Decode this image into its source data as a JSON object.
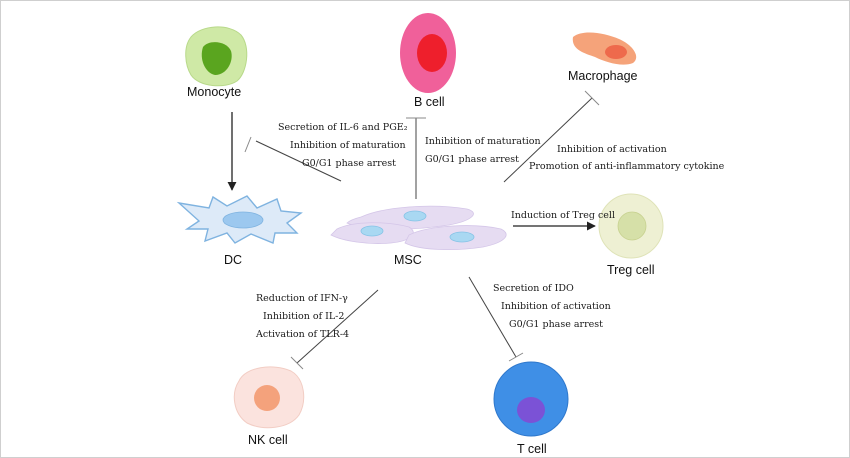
{
  "cells": {
    "monocyte": "Monocyte",
    "b_cell": "B cell",
    "macrophage": "Macrophage",
    "dc": "DC",
    "msc": "MSC",
    "treg": "Treg cell",
    "nk": "NK cell",
    "t_cell": "T cell"
  },
  "effects": {
    "dc": [
      "Secretion of IL-6 and PGE₂",
      "Inhibition of maturation",
      "G0/G1 phase arrest"
    ],
    "b_cell": [
      "Inhibition of maturation",
      "G0/G1 phase arrest"
    ],
    "macrophage": [
      "Inhibition of activation",
      "Promotion of anti-inflammatory cytokine"
    ],
    "treg": [
      "Induction of Treg cell"
    ],
    "nk": [
      "Reduction of IFN-γ",
      "Inhibition of IL-2",
      "Activation of TLR-4"
    ],
    "t_cell": [
      "Secretion of IDO",
      "Inhibition of activation",
      "G0/G1 phase arrest"
    ]
  },
  "colors": {
    "monocyte_body": "#cfe9a6",
    "monocyte_nucleus": "#5aa51f",
    "b_cell_body": "#f0609a",
    "b_cell_nucleus": "#ee1f2c",
    "macrophage_body": "#f5a37a",
    "macrophage_nucleus": "#ee6a4c",
    "dc_body": "#ddeaf8",
    "dc_outline": "#7fb3e0",
    "dc_nucleus": "#9cc8ef",
    "msc_body": "#e6dcf2",
    "msc_nucleus": "#a9d8f2",
    "treg_body": "#eef0d3",
    "treg_nucleus": "#d6e0a8",
    "nk_body": "#fbe3de",
    "nk_nucleus": "#f4a27c",
    "t_cell_body": "#3f8fe6",
    "t_cell_nucleus": "#7b52d6",
    "line": "#333333"
  }
}
